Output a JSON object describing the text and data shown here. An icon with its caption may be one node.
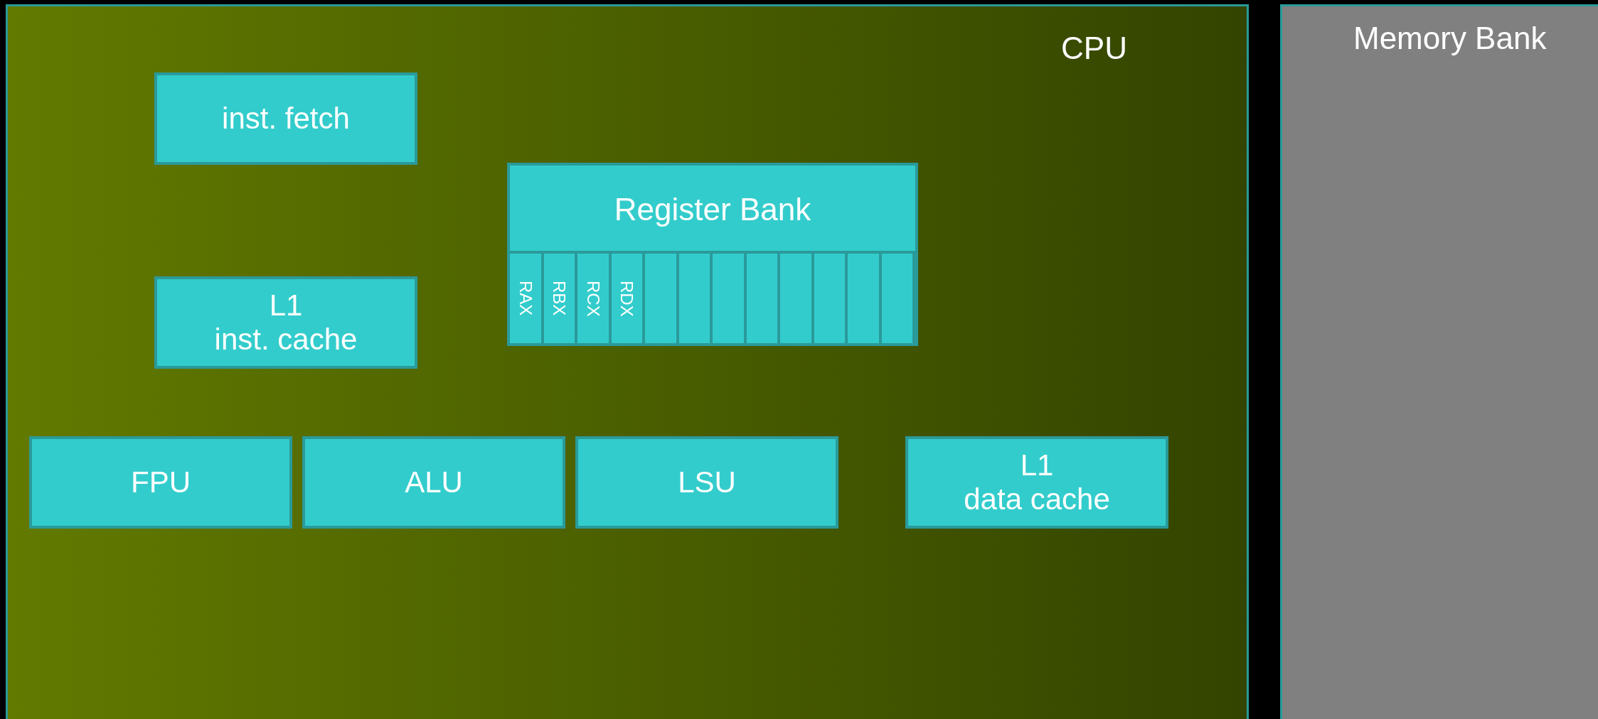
{
  "diagram": {
    "nodes": [
      {
        "text": [
          "CPU"
        ]
      },
      {
        "text": [
          "inst. fetch"
        ],
        "in": 0
      },
      {
        "text": [
          "L1 inst. cache"
        ],
        "in": 0
      },
      {
        "text": [
          "Register Bank"
        ],
        "in": 0
      },
      {
        "text": [
          "RAX"
        ],
        "in": 3
      },
      {
        "text": [
          "RBX"
        ],
        "in": 3
      },
      {
        "text": [
          "RCX"
        ],
        "in": 3
      },
      {
        "text": [
          "RDX"
        ],
        "in": 3
      },
      {
        "text": [],
        "shape": "box",
        "in": 3
      },
      {
        "text": [],
        "shape": "box",
        "in": 3
      },
      {
        "text": [],
        "shape": "box",
        "in": 3
      },
      {
        "text": [],
        "shape": "box",
        "in": 3
      },
      {
        "text": [],
        "shape": "box",
        "in": 3
      },
      {
        "text": [],
        "shape": "box",
        "in": 3
      },
      {
        "text": [],
        "shape": "box",
        "in": 3
      },
      {
        "text": [],
        "shape": "box",
        "in": 3
      },
      {
        "text": [
          "FPU"
        ],
        "in": 0
      },
      {
        "text": [
          "ALU"
        ],
        "in": 0
      },
      {
        "text": [
          "LSU"
        ],
        "in": 0
      },
      {
        "text": [
          "L1 data cache"
        ],
        "in": 0
      },
      {
        "text": [
          "Memory Bank"
        ]
      }
    ]
  }
}
